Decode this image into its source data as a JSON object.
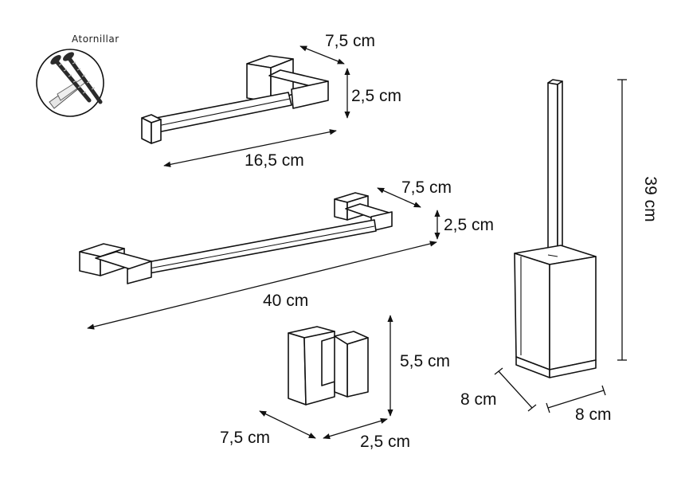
{
  "install_label": "Atornillar",
  "paper_holder": {
    "depth": "7,5 cm",
    "height": "2,5 cm",
    "width": "16,5 cm"
  },
  "towel_bar": {
    "depth": "7,5 cm",
    "height": "2,5 cm",
    "width": "40 cm"
  },
  "hook": {
    "height": "5,5 cm",
    "depth": "7,5 cm",
    "width": "2,5 cm"
  },
  "brush_holder": {
    "height": "39 cm",
    "depth": "8 cm",
    "width": "8 cm"
  },
  "colors": {
    "line": "#111111",
    "background": "#ffffff",
    "screw": "#2b2b2b",
    "plug": "#e6e6e6"
  },
  "icons": [
    "screw-icon",
    "wall-plug-icon"
  ]
}
